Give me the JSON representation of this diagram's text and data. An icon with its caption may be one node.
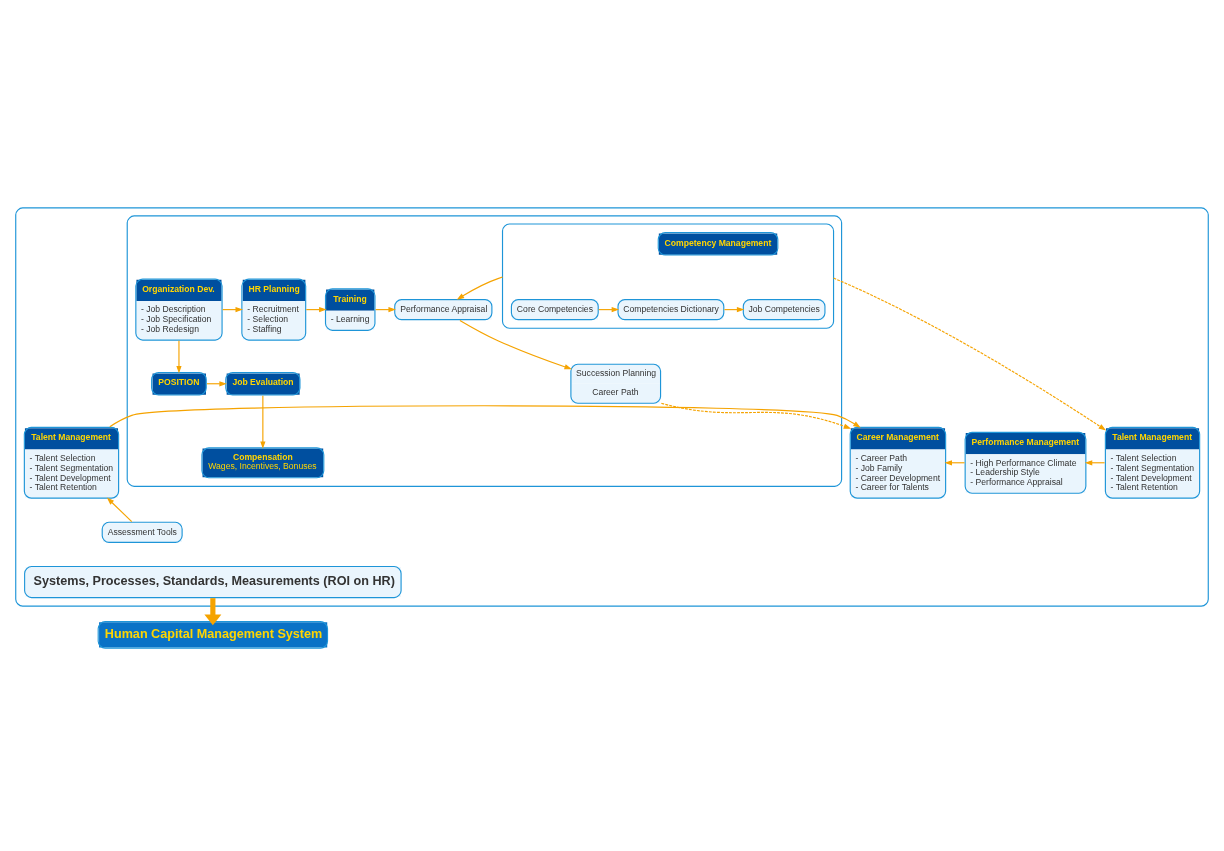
{
  "diagram": {
    "nodes": [
      {
        "text": [],
        "shape": "box"
      },
      {
        "text": [],
        "shape": "box",
        "in": 0
      },
      {
        "text": [
          "Organization Dev.",
          "- Job Description",
          "- Job Specification",
          "- Job Redesign"
        ],
        "in": 1
      },
      {
        "text": [
          "HR Planning",
          "- Recruitment",
          "- Selection",
          "- Staffing"
        ],
        "in": 1
      },
      {
        "text": [
          "Training",
          "- Learning"
        ],
        "in": 1
      },
      {
        "text": [
          "Performance Appraisal"
        ],
        "in": 1
      },
      {
        "text": [],
        "shape": "box",
        "in": 1
      },
      {
        "text": [
          "Competency Management"
        ],
        "in": 6
      },
      {
        "text": [
          "Core Competencies"
        ],
        "in": 6
      },
      {
        "text": [
          "Competencies Dictionary"
        ],
        "in": 6
      },
      {
        "text": [
          "Job Competencies"
        ],
        "in": 6
      },
      {
        "text": [
          "POSITION"
        ],
        "in": 1
      },
      {
        "text": [
          "Job Evaluation"
        ],
        "in": 1
      },
      {
        "text": [
          "Compensation",
          "Wages, Incentives, Bonuses"
        ],
        "in": 1
      },
      {
        "text": [
          "Succession Planning",
          "Career Path"
        ],
        "in": 1
      },
      {
        "text": [
          "Talent Management",
          "- Talent Selection",
          "- Talent Segmentation",
          "- Talent Development",
          "- Talent Retention"
        ],
        "in": 0
      },
      {
        "text": [
          "Career Management",
          "- Career Path",
          "- Job Family",
          "- Career Development",
          "- Career for Talents"
        ],
        "in": 0
      },
      {
        "text": [
          "Performance Management",
          "- High Performance Climate",
          "- Leadership Style",
          "- Performance Appraisal"
        ],
        "in": 0
      },
      {
        "text": [
          "Talent Management",
          "- Talent Selection",
          "- Talent Segmentation",
          "- Talent Development",
          "- Talent Retention"
        ],
        "in": 0
      },
      {
        "text": [
          "Assessment Tools"
        ],
        "in": 0
      },
      {
        "text": [
          "Systems, Processes, Standards, Measurements (ROI on HR)"
        ],
        "in": 0
      },
      {
        "text": [
          "Human Capital Management System"
        ]
      }
    ],
    "edges": [
      {
        "from": 2,
        "to": 3,
        "arrow": "to"
      },
      {
        "from": 3,
        "to": 4,
        "arrow": "to"
      },
      {
        "from": 4,
        "to": 5,
        "arrow": "to"
      },
      {
        "from": 6,
        "to": 5,
        "arrow": "to"
      },
      {
        "from": 8,
        "to": 9,
        "arrow": "to"
      },
      {
        "from": 9,
        "to": 10,
        "arrow": "to"
      },
      {
        "from": 2,
        "to": 11,
        "arrow": "to"
      },
      {
        "from": 11,
        "to": 12,
        "arrow": "to"
      },
      {
        "from": 12,
        "to": 13,
        "arrow": "to"
      },
      {
        "from": 5,
        "to": 14,
        "arrow": "to"
      },
      {
        "from": 14,
        "to": 16,
        "arrow": "to",
        "style": "dashed"
      },
      {
        "from": 6,
        "to": 18,
        "arrow": "to",
        "style": "dashed"
      },
      {
        "from": 15,
        "to": 16,
        "arrow": "to"
      },
      {
        "from": 17,
        "to": 16,
        "arrow": "to"
      },
      {
        "from": 18,
        "to": 17,
        "arrow": "to"
      },
      {
        "from": 19,
        "to": 15,
        "arrow": "to"
      },
      {
        "from": 20,
        "to": 21,
        "arrow": "to",
        "style": "thick"
      }
    ]
  }
}
